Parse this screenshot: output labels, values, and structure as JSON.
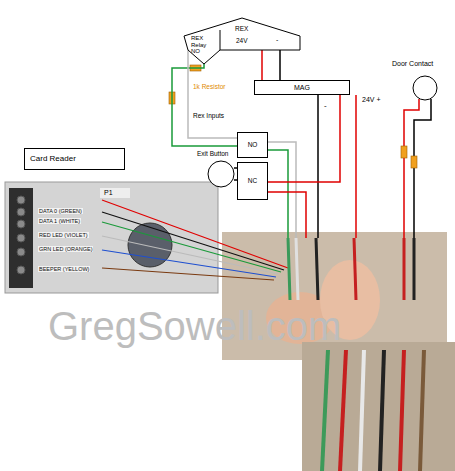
{
  "diagram": {
    "nodes": [
      {
        "text": [
          "REX",
          "REX Relay NO",
          "24V",
          "-"
        ]
      },
      {
        "text": [
          "MAG"
        ]
      },
      {
        "text": [
          "Exit Button"
        ]
      },
      {
        "text": [
          "NO"
        ]
      },
      {
        "text": [
          "NC"
        ]
      },
      {
        "text": [
          "Door Contact"
        ]
      },
      {
        "text": [
          "Card Reader"
        ]
      }
    ],
    "edges": [
      {
        "from": 0,
        "to": 1,
        "arrow": "none"
      },
      {
        "from": 0,
        "to": 1,
        "arrow": "none"
      },
      {
        "from": 0,
        "to": 3,
        "arrow": "none"
      },
      {
        "from": 0,
        "to": 3,
        "arrow": "none"
      },
      {
        "from": 1,
        "to": 4,
        "arrow": "none"
      }
    ],
    "labels": [
      "1k Resistor",
      "Rex Inputs",
      "24V +",
      "-",
      "P1",
      "DATA 0 (GREEN)",
      "DATA 1 (WHITE)",
      "RED LED (VIOLET)",
      "GRN LED (ORANGE)",
      "BEEPER (YELLOW)",
      "GregSowell.com"
    ]
  }
}
